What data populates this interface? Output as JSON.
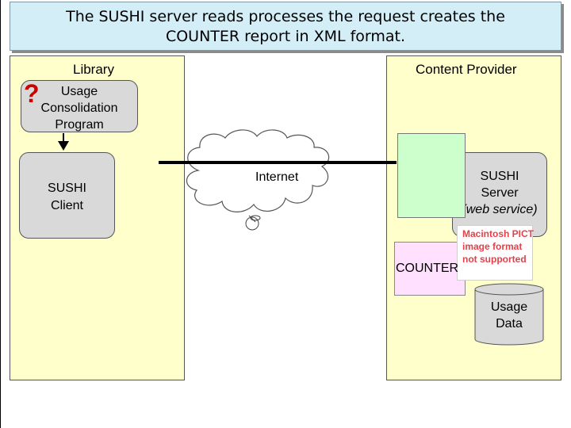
{
  "title": {
    "line1": "The SUSHI server reads processes the request creates the",
    "line2": "COUNTER report in XML format."
  },
  "library": {
    "label": "Library",
    "question_mark": "?",
    "usage_program": [
      "Usage",
      "Consolidation",
      "Program"
    ],
    "sushi_client": [
      "SUSHI",
      "Client"
    ]
  },
  "internet": {
    "label": "Internet"
  },
  "content_provider": {
    "label": "Content Provider",
    "sushi_server": [
      "SUSHI",
      "Server",
      "(web service)"
    ],
    "counter_label": "COUNTER",
    "pict_placeholder": [
      "Macintosh PICT",
      "image format",
      "not supported"
    ],
    "usage_data": [
      "Usage",
      "Data"
    ]
  },
  "colors": {
    "title_bg": "#d4eef8",
    "panel_bg": "#ffffcc",
    "box_gray": "#d9d9d9",
    "counter_pink": "#ffe0ff",
    "green_doc": "#ccffcc",
    "question_red": "#cc0000",
    "pict_red": "#e5404a"
  },
  "icons": [
    "question-mark-icon",
    "down-arrow-icon",
    "cloud-icon",
    "globe-icon",
    "database-cylinder-icon"
  ]
}
